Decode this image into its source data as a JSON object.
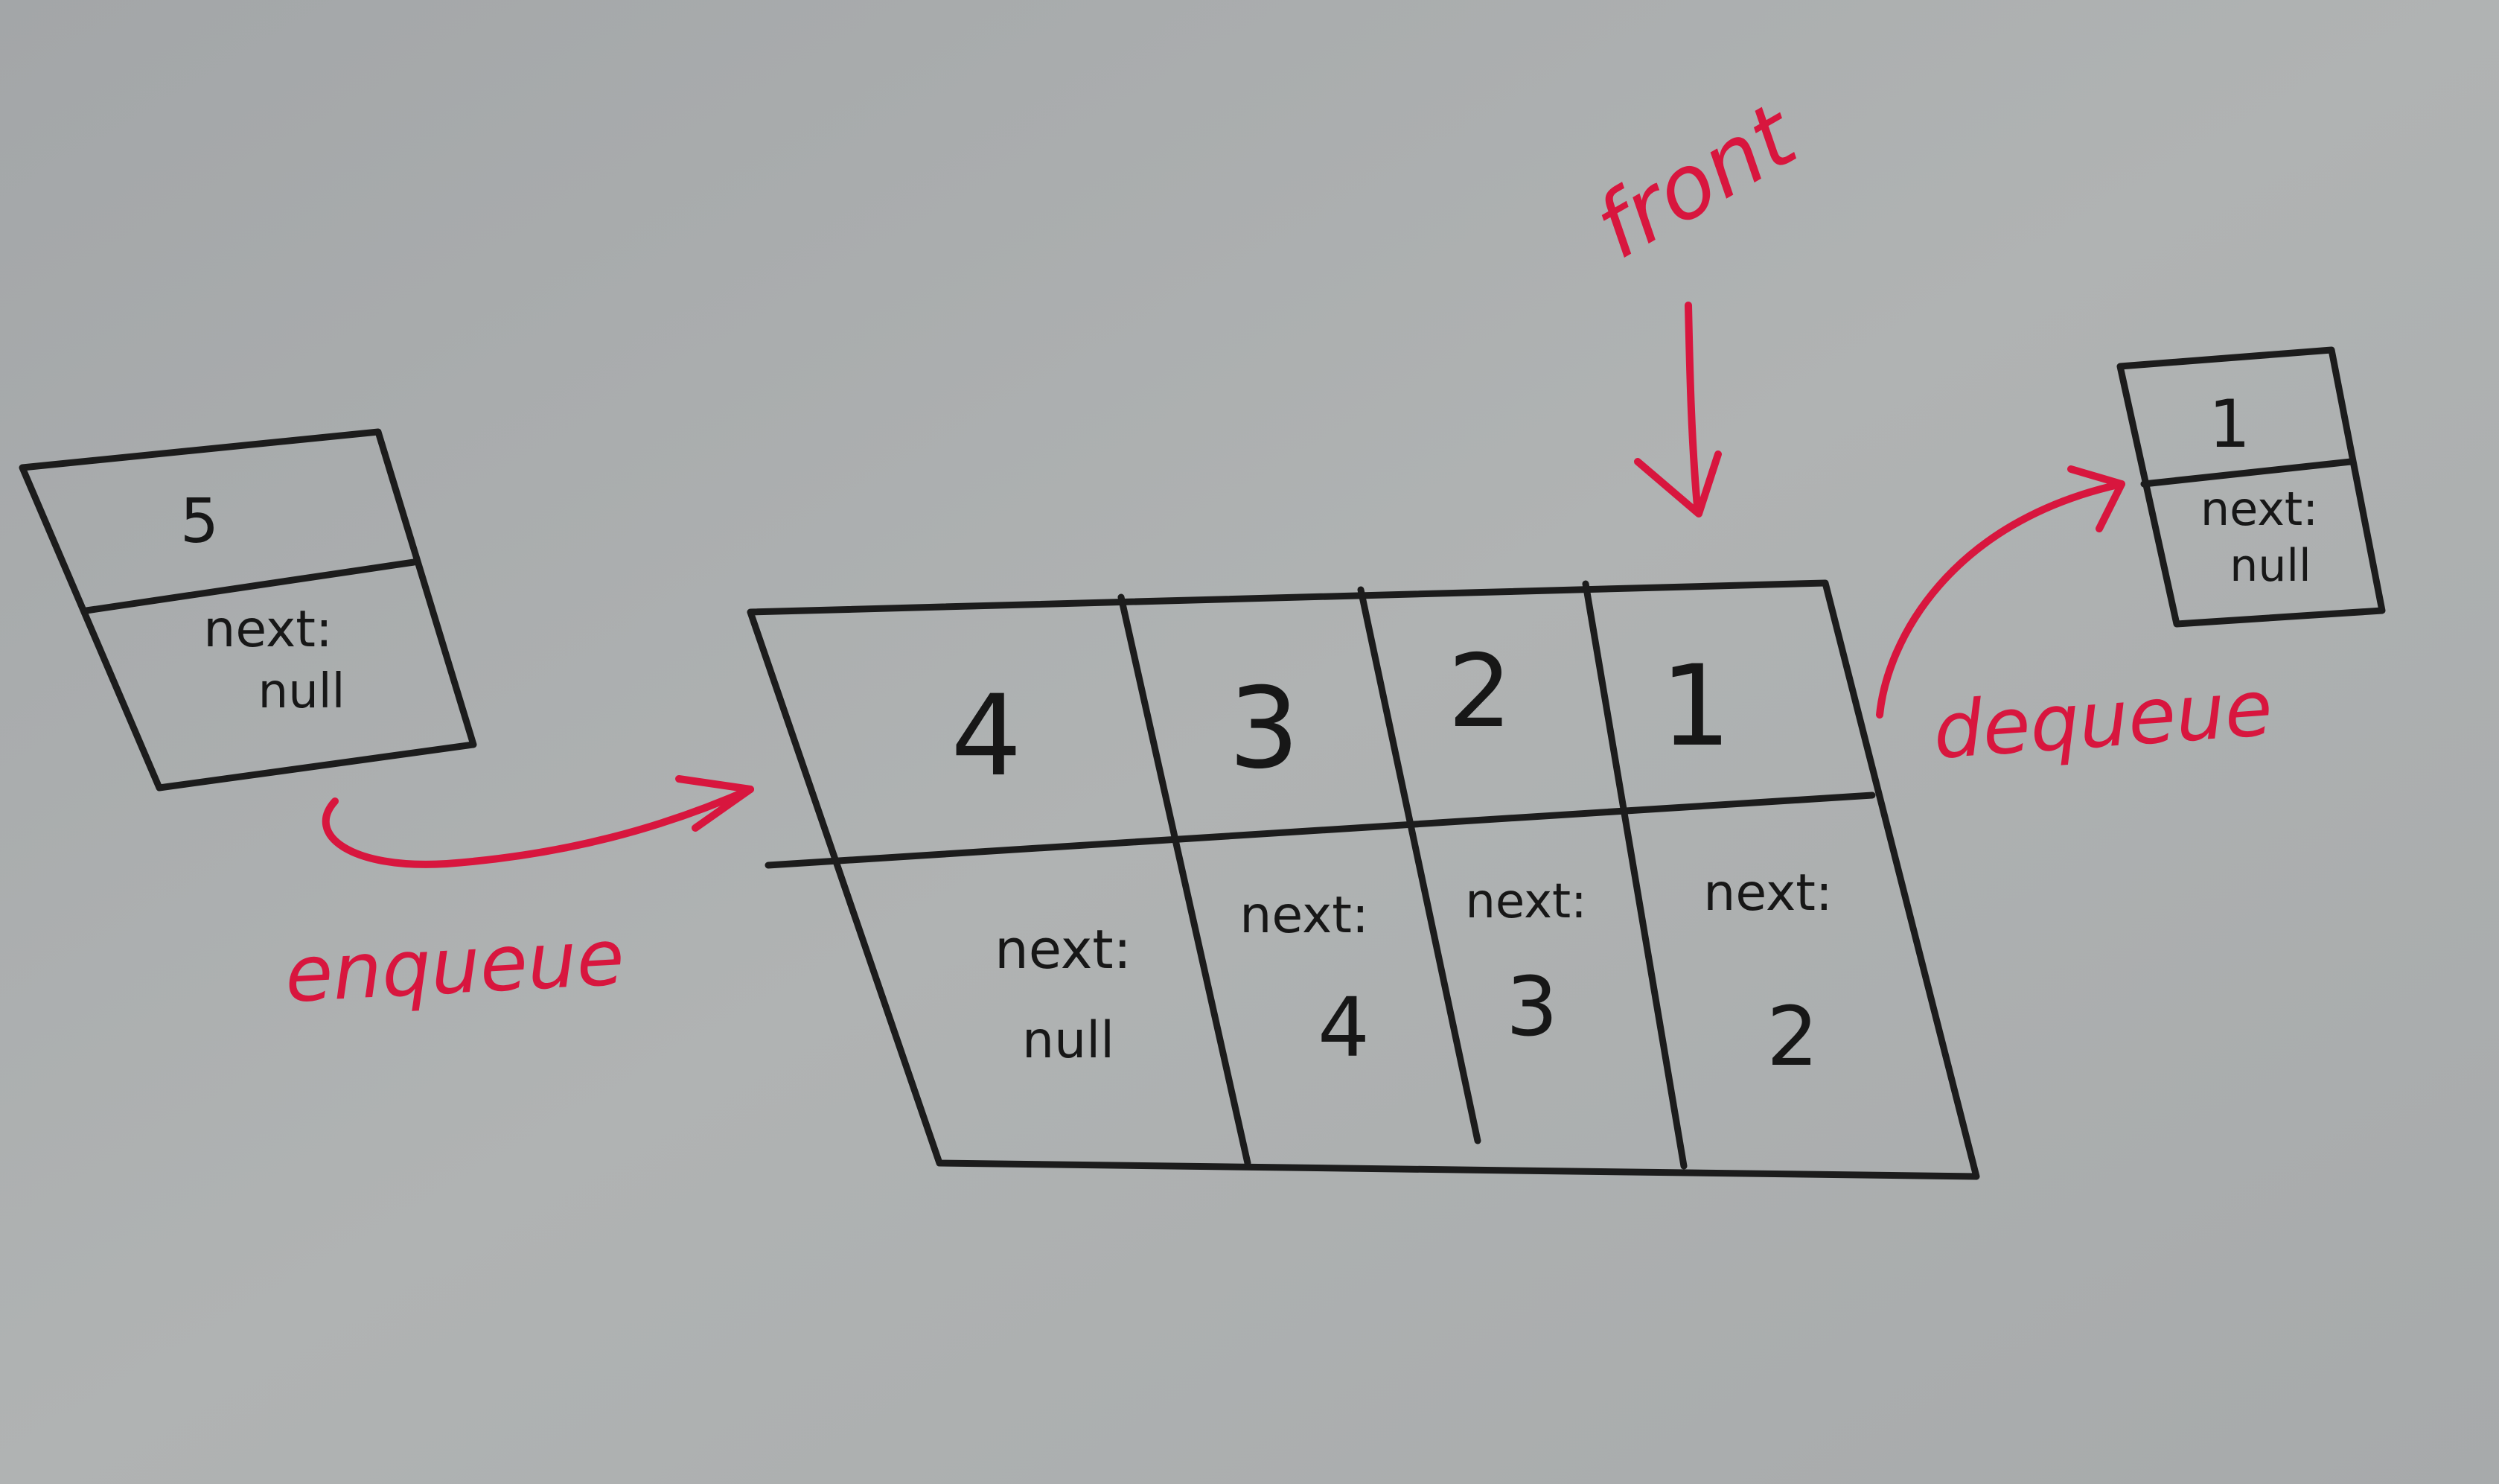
{
  "colors": {
    "board": "#a9acad",
    "marker_black": "#1c1c1c",
    "marker_red": "#d8163e"
  },
  "queue": {
    "nodes": [
      {
        "value": "4",
        "next_label": "next:",
        "next_value": "null"
      },
      {
        "value": "3",
        "next_label": "next:",
        "next_value": "4"
      },
      {
        "value": "2",
        "next_label": "next:",
        "next_value": "3"
      },
      {
        "value": "1",
        "next_label": "next:",
        "next_value": "2"
      }
    ]
  },
  "incoming_node": {
    "value": "5",
    "next_label": "next:",
    "next_value": "null"
  },
  "removed_node": {
    "value": "1",
    "next_label": "next:",
    "next_value": "null"
  },
  "labels": {
    "front": "front",
    "enqueue": "enqueue",
    "dequeue": "dequeue"
  }
}
